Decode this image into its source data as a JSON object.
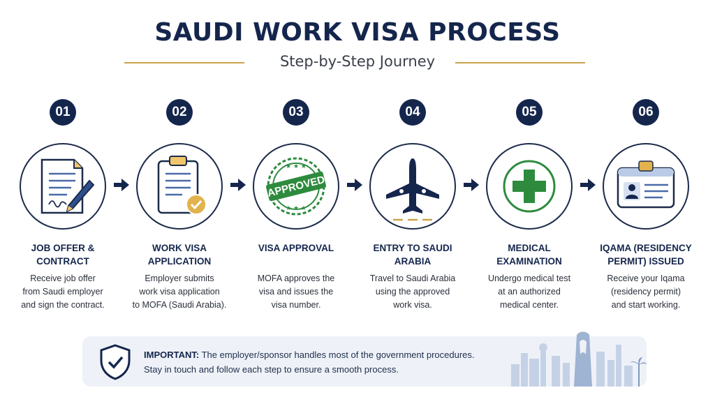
{
  "title": "SAUDI WORK VISA PROCESS",
  "subtitle": "Step-by-Step Journey",
  "steps": [
    {
      "num": "01",
      "title1": "JOB OFFER &",
      "title2": "CONTRACT",
      "desc": [
        "Receive job offer",
        "from Saudi employer",
        "and sign the contract."
      ],
      "icon": "document-pen-icon"
    },
    {
      "num": "02",
      "title1": "WORK VISA",
      "title2": "APPLICATION",
      "desc": [
        "Employer submits",
        "work visa application",
        "to MOFA (Saudi Arabia)."
      ],
      "icon": "clipboard-check-icon"
    },
    {
      "num": "03",
      "title1": "VISA APPROVAL",
      "title2": "",
      "desc": [
        "MOFA approves the",
        "visa and issues the",
        "visa number."
      ],
      "icon": "approved-stamp-icon",
      "stamp_text": "APPROVED"
    },
    {
      "num": "04",
      "title1": "ENTRY TO SAUDI",
      "title2": "ARABIA",
      "desc": [
        "Travel to Saudi Arabia",
        "using the approved",
        "work visa."
      ],
      "icon": "airplane-icon"
    },
    {
      "num": "05",
      "title1": "MEDICAL",
      "title2": "EXAMINATION",
      "desc": [
        "Undergo medical test",
        "at an authorized",
        "medical center."
      ],
      "icon": "medical-cross-icon"
    },
    {
      "num": "06",
      "title1": "IQAMA (RESIDENCY",
      "title2": "PERMIT) ISSUED",
      "desc": [
        "Receive your Iqama",
        "(residency permit)",
        "and start working."
      ],
      "icon": "id-card-icon"
    }
  ],
  "notice": {
    "label": "IMPORTANT:",
    "line1": " The employer/sponsor handles most of the government procedures.",
    "line2": "Stay in touch and follow each step to ensure a smooth process."
  },
  "colors": {
    "navy": "#15264d",
    "gold": "#c9a34a",
    "green": "#2e8b3e",
    "panel": "#eef2f8"
  }
}
